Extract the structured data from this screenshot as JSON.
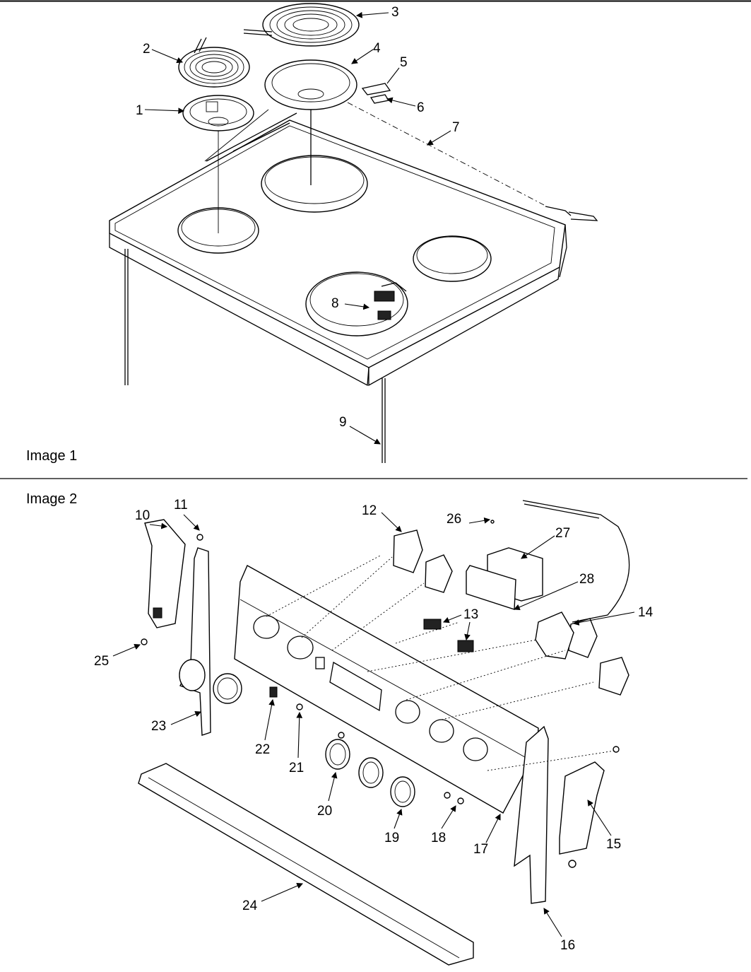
{
  "panels": {
    "image1_caption": "Image 1",
    "image2_caption": "Image 2"
  },
  "callouts": {
    "c1": "1",
    "c2": "2",
    "c3": "3",
    "c4": "4",
    "c5": "5",
    "c6": "6",
    "c7": "7",
    "c8": "8",
    "c9": "9",
    "c10": "10",
    "c11": "11",
    "c12": "12",
    "c13": "13",
    "c14": "14",
    "c15": "15",
    "c16": "16",
    "c17": "17",
    "c18": "18",
    "c19": "19",
    "c20": "20",
    "c21": "21",
    "c22": "22",
    "c23": "23",
    "c24": "24",
    "c25": "25",
    "c26": "26",
    "c27": "27",
    "c28": "28"
  }
}
